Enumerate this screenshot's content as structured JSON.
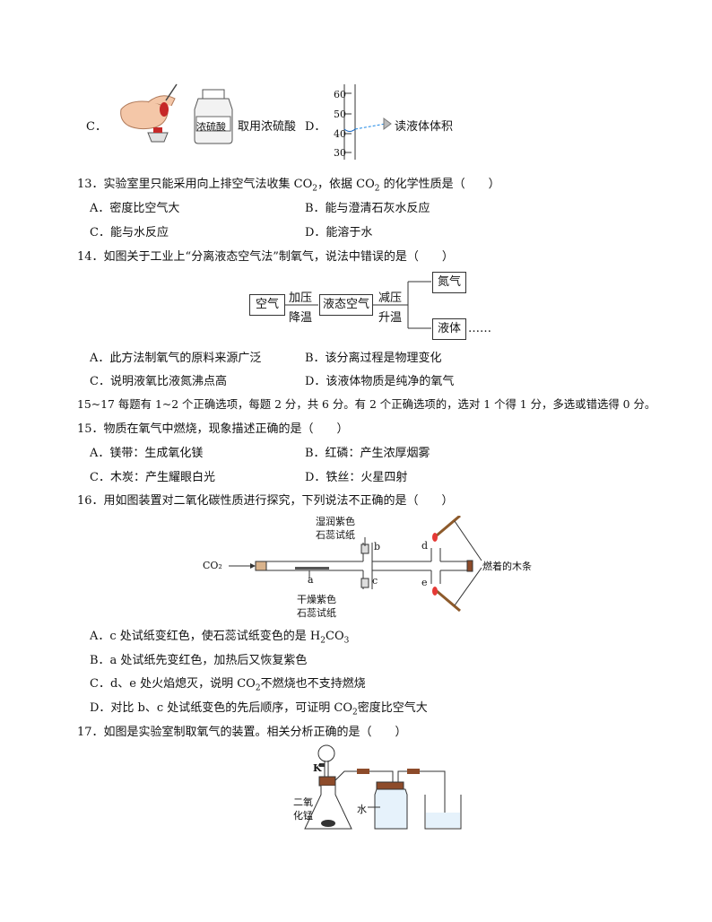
{
  "q12_tail": {
    "c_label": "C．",
    "bottle_label": "浓硫酸",
    "c_caption": "取用浓硫酸",
    "d_label": "D．",
    "cylinder_ticks": [
      "60",
      "50",
      "40",
      "30"
    ],
    "d_caption": "读液体体积"
  },
  "q13": {
    "stem_a": "13．实验室里只能采用向上排空气法收集 CO",
    "stem_b": "，依据 CO",
    "stem_c": " 的化学性质是（　　）",
    "sub2": "2",
    "A": "A．密度比空气大",
    "B": "B．能与澄清石灰水反应",
    "C": "C．能与水反应",
    "D": "D．能溶于水"
  },
  "q14": {
    "stem": "14．如图关于工业上“分离液态空气法”制氧气，说法中错误的是（　　）",
    "diagram": {
      "air": "空气",
      "step1_top": "加压",
      "step1_bottom": "降温",
      "liquid_air": "液态空气",
      "step2_top": "减压",
      "step2_bottom": "升温",
      "nitrogen": "氮气",
      "liquid": "液体",
      "dots": "……"
    },
    "A": "A．此方法制氧气的原料来源广泛",
    "B": "B．该分离过程是物理变化",
    "C": "C．说明液氧比液氮沸点高",
    "D": "D．该液体物质是纯净的氧气"
  },
  "instructions": "15~17 每题有 1~2 个正确选项，每题 2 分，共 6 分。有 2 个正确选项的，选对 1 个得 1 分，多选或错选得 0 分。",
  "q15": {
    "stem": "15．物质在氧气中燃烧，现象描述正确的是（　　）",
    "A": "A．镁带：生成氧化镁",
    "B": "B．红磷：产生浓厚烟雾",
    "C": "C．木炭：产生耀眼白光",
    "D": "D．铁丝：火星四射"
  },
  "q16": {
    "stem": "16．用如图装置对二氧化碳性质进行探究，下列说法不正确的是（　　）",
    "diagram": {
      "wet_paper_1": "湿润紫色",
      "wet_paper_2": "石蕊试纸",
      "co2": "CO₂",
      "a": "a",
      "b": "b",
      "c": "c",
      "d": "d",
      "e": "e",
      "dry_paper_1": "干燥紫色",
      "dry_paper_2": "石蕊试纸",
      "burning_stick": "燃着的木条"
    },
    "A_a": "A．c 处试纸变红色，使石蕊试纸变色的是 H",
    "A_b": "CO",
    "A_sub1": "2",
    "A_sub2": "3",
    "B": "B．a 处试纸先变红色，加热后又恢复紫色",
    "C_a": "C．d、e 处火焰熄灭，说明 CO",
    "C_b": "不燃烧也不支持燃烧",
    "D_a": "D．对比 b、c 处试纸变色的先后顺序，可证明 CO",
    "D_b": "密度比空气大",
    "sub2": "2"
  },
  "q17": {
    "stem": "17．如图是实验室制取氧气的装置。相关分析正确的是（　　）",
    "diagram": {
      "valve": "K",
      "mno2_1": "二氧",
      "mno2_2": "化锰",
      "water": "水"
    }
  }
}
